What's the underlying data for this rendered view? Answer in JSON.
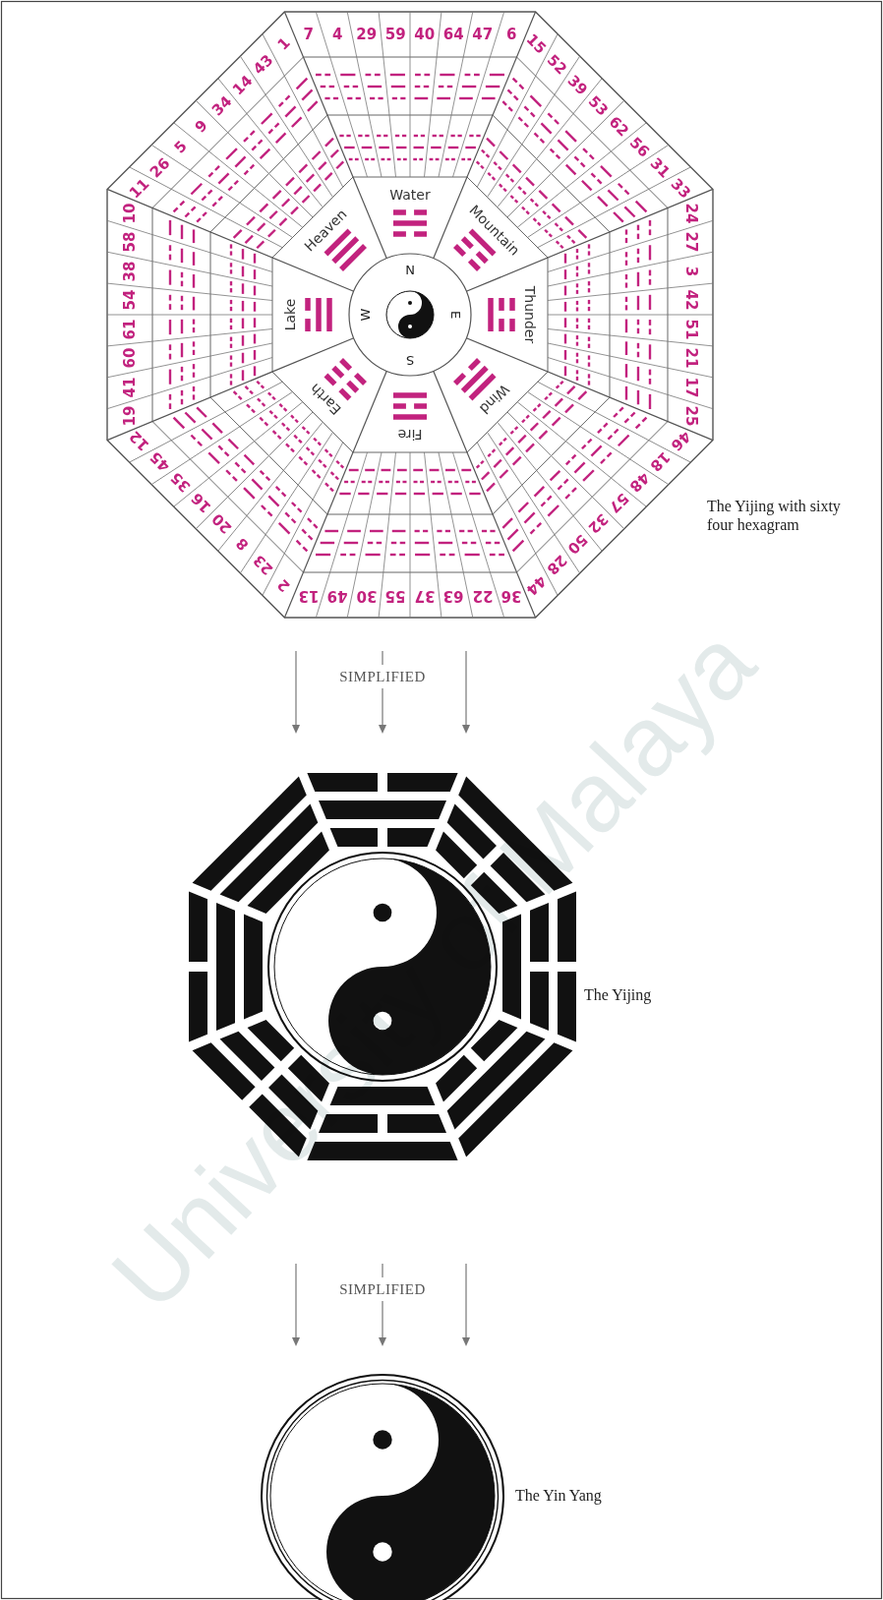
{
  "diagram": {
    "labels": [
      "7",
      "4",
      "29",
      "59",
      "40",
      "64",
      "47",
      "6",
      "15",
      "52",
      "39",
      "53",
      "62",
      "56",
      "31",
      "33",
      "24",
      "27",
      "3",
      "42",
      "51",
      "21",
      "17",
      "25",
      "46",
      "18",
      "48",
      "57",
      "32",
      "50",
      "28",
      "44",
      "36",
      "22",
      "63",
      "37",
      "55",
      "30",
      "49",
      "13",
      "2",
      "23",
      "8",
      "20",
      "16",
      "35",
      "45",
      "12",
      "19",
      "41",
      "60",
      "61",
      "54",
      "38",
      "58",
      "10",
      "11",
      "26",
      "5",
      "9",
      "34",
      "14",
      "43",
      "1",
      "Water",
      "Mountain",
      "Thunder",
      "Wind",
      "Fire",
      "Earth",
      "Lake",
      "Heaven",
      "N",
      "E",
      "S",
      "W",
      "The Yijing with sixty four hexagram",
      "SIMPLIFIED",
      "The Yijing",
      "SIMPLIFIED",
      "The Yin Yang",
      "University of Malaya"
    ]
  }
}
